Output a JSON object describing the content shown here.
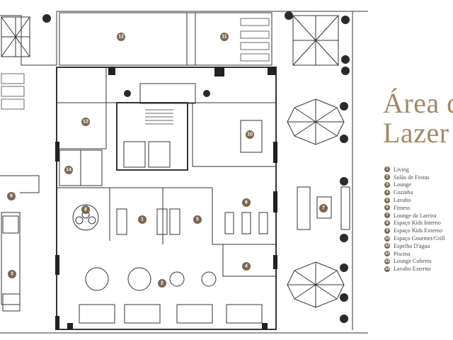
{
  "title": {
    "line1": "Área d",
    "line2": "Lazer"
  },
  "legend": [
    {
      "num": "1",
      "label": "Living"
    },
    {
      "num": "2",
      "label": "Salão de Festas"
    },
    {
      "num": "3",
      "label": "Lounge"
    },
    {
      "num": "4",
      "label": "Cozinha"
    },
    {
      "num": "5",
      "label": "Lavabo"
    },
    {
      "num": "6",
      "label": "Fitness"
    },
    {
      "num": "7",
      "label": "Lounge da Lareira"
    },
    {
      "num": "8",
      "label": "Espaço Kids Interno"
    },
    {
      "num": "9",
      "label": "Espaço Kids Externo"
    },
    {
      "num": "10",
      "label": "Espaço Gourmet/Grill"
    },
    {
      "num": "11",
      "label": "Espelho D'água"
    },
    {
      "num": "12",
      "label": "Piscina"
    },
    {
      "num": "13",
      "label": "Lounge Coberto"
    },
    {
      "num": "14",
      "label": "Lavabo Externo"
    }
  ],
  "markers": [
    "1",
    "2",
    "3",
    "4",
    "5",
    "6",
    "7",
    "8",
    "9",
    "10",
    "11",
    "12",
    "13",
    "14"
  ],
  "colors": {
    "accent": "#7b6650",
    "title": "#a08a6a",
    "wall": "#222222",
    "line": "#555555"
  }
}
